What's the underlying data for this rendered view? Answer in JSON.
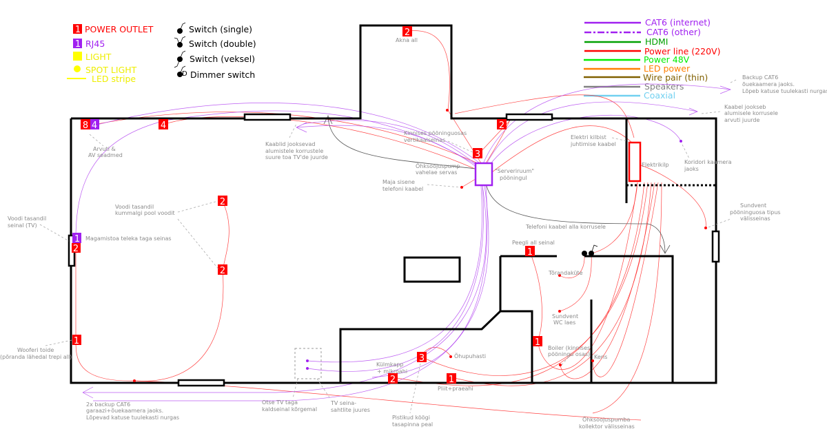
{
  "legend_symbols": {
    "power_outlet": {
      "num": "1",
      "label": "POWER OUTLET"
    },
    "rj45": {
      "num": "1",
      "label": "RJ45"
    },
    "light": "LIGHT",
    "spot_light": "SPOT LIGHT",
    "led_stripe": "LED stripe"
  },
  "legend_switches": [
    "Switch (single)",
    "Switch (double)",
    "Switch (veksel)",
    "Dimmer switch"
  ],
  "dimmer_letter": "D",
  "legend_cables": [
    {
      "label": "CAT6 (internet)",
      "color": "#a020f0"
    },
    {
      "label": "CAT6 (other)",
      "color": "#a020f0"
    },
    {
      "label": "HDMI",
      "color": "#00a000"
    },
    {
      "label": "Power line (220V)",
      "color": "#ff0000"
    },
    {
      "label": "Power 48V",
      "color": "#00ee00"
    },
    {
      "label": "LED power",
      "color": "#ff7f00"
    },
    {
      "label": "Wire pair (thin)",
      "color": "#806000"
    },
    {
      "label": "Speakers",
      "color": "#808080"
    },
    {
      "label": "Coaxial",
      "color": "#70d0f0"
    }
  ],
  "badges": {
    "akna_all": "2",
    "arvuti_power": "8",
    "arvuti_rj45": "4",
    "top_left_power": "4",
    "server_top": "2",
    "server_side": "3",
    "voodi_top": "2",
    "voodi_bottom": "2",
    "magamistoa_rj45": "1",
    "magamistoa_power": "2",
    "wooferi": "1",
    "peegli": "1",
    "bath": "1",
    "kitchen_3": "3",
    "kitchen_2": "2",
    "pliit": "1"
  },
  "notes": {
    "akna_all": "Akna all",
    "arvuti": [
      "Arvuti &",
      "AV seadmed"
    ],
    "kaablid": [
      "Kaablid jooksevad",
      "alumistele korrustele",
      "suure toa TV'de juurde"
    ],
    "kinnises": [
      "Kinnises pööninguosas",
      "vertikaalseinas"
    ],
    "ohksoojuspump": [
      "Õhksoojuspump",
      "vahelae servas"
    ],
    "maja_sisene": [
      "Maja sisene",
      "telefoni kaabel"
    ],
    "serveriruum": [
      "\"Serveriruum\"",
      "pööningul"
    ],
    "elektri_kilbist": [
      "Elektri kilbist",
      "juhtimise kaabel"
    ],
    "elektrikilp": "Elektrikilp",
    "koridori": [
      "Koridori kaamera",
      "jaoks"
    ],
    "backup_cat6": [
      "Backup CAT6",
      "õuekaamera jaoks.",
      "Lõpeb katuse tuulekasti nurgas"
    ],
    "kaabel_jookseb": [
      "Kaabel jookseb",
      "alumisele korrusele",
      "arvuti juurde"
    ],
    "sundvent_poon": [
      "Sundvent",
      "pööninguosa tipus",
      "välisseinas"
    ],
    "telefoni": "Telefoni kaabel alla korrusele",
    "voodi_tv": [
      "Voodi tasandil",
      "seinal (TV)"
    ],
    "voodi_kummalgi": [
      "Voodi tasandil",
      "kummalgi pool voodit"
    ],
    "magamistoa": "Magamistoa teleka taga seinas",
    "wooferi": [
      "Wooferi toide",
      "(põranda lähedal trepi all)"
    ],
    "backup_2x": [
      "2x backup CAT6",
      "garaazi+õuekaamera jaoks.",
      "Lõpevad katuse tuulekasti nurgas"
    ],
    "otse_tv": [
      "Otse TV taga",
      "kaldseinal kõrgemal"
    ],
    "tv_seina": [
      "TV seina-",
      "sahtlite juures"
    ],
    "peegli": "Peegli all seinal",
    "torandakute": "Tõrandaküte",
    "sundvent_wc": [
      "Sundvent",
      "WC laes"
    ],
    "boiler": [
      "Boiler (kinnises",
      "pööningu osas)"
    ],
    "keris": "Keris",
    "ohupuhasti": "Õhupuhasti",
    "kulmkapp": [
      "Külmkapp",
      "+ mikroahi"
    ],
    "pliit": "Pliit+praeahi",
    "pistikud": [
      "Pistikud köögi",
      "tasapinna peal"
    ],
    "ohksoojuspumba": [
      "Õhksoojuspumba",
      "kollektor välisseinas"
    ]
  }
}
